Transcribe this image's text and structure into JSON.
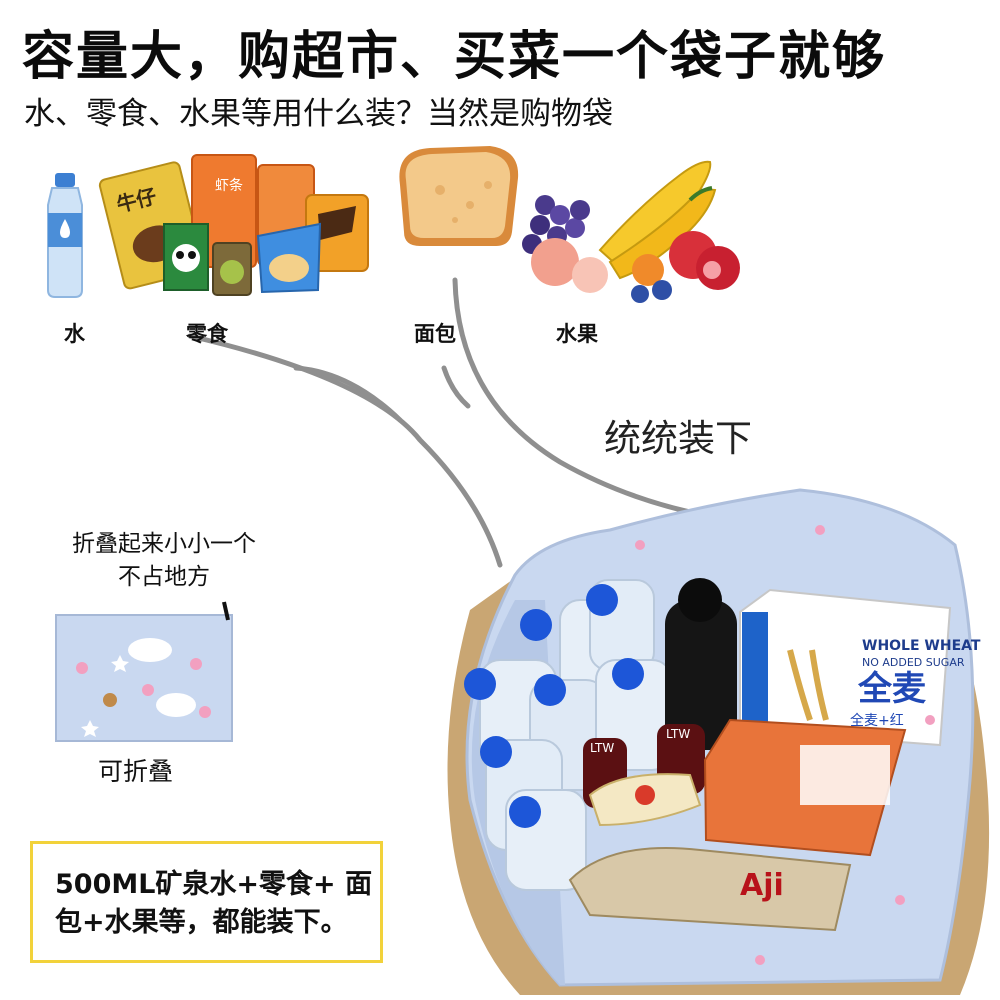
{
  "header": {
    "title": "容量大，购超市、买菜一个袋子就够",
    "subtitle": "水、零食、水果等用什么装？当然是购物袋"
  },
  "items": {
    "water_label": "水",
    "snacks_label": "零食",
    "bread_label": "面包",
    "fruit_label": "水果"
  },
  "packaging_text": {
    "snack_bag_brand": "牛仔",
    "shrimp_chip_text": "虾条"
  },
  "middle_caption": "统统装下",
  "fold_section": {
    "line1": "折叠起来小小一个",
    "line2": "不占地方",
    "caption": "可折叠"
  },
  "info_box": {
    "text": "500ML矿泉水+零食+ 面包+水果等，都能装下。",
    "border_color": "#f2d23a"
  },
  "bag_contents": {
    "box_brand": "WHOLE WHEAT",
    "box_subtitle": "NO ADDED SUGAR",
    "box_label": "全麦",
    "box_detail": "全麦+红",
    "bottle_cap_text": "LTW",
    "rice_bag_text": "Aji"
  },
  "colors": {
    "bag_fabric": "#c9d8f0",
    "bag_rim": "#c9a673",
    "bottle_cap_blue": "#1d56d8",
    "connector_line": "#8f8f8f"
  }
}
